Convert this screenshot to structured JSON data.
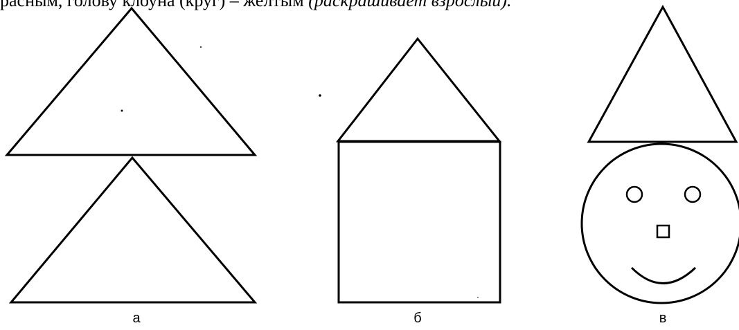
{
  "caption_top": {
    "prefix": "расным, голову клоуна (круг) – желтым ",
    "italic": "(раскрашивает взрослый)."
  },
  "figures": [
    {
      "label": "а",
      "name": "two-triangles (tree)"
    },
    {
      "label": "б",
      "name": "triangle on square (house)"
    },
    {
      "label": "в",
      "name": "triangle on circle (clown)"
    }
  ],
  "colors": {
    "stroke": "#000000",
    "background": "#ffffff"
  }
}
